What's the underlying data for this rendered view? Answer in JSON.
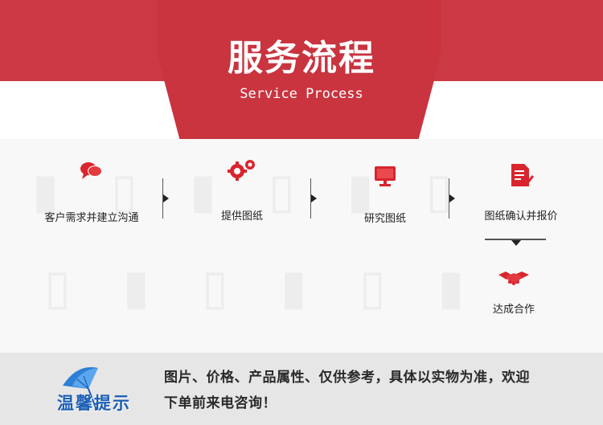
{
  "header": {
    "title": "服务流程",
    "subtitle": "Service Process"
  },
  "steps": [
    {
      "label": "客户需求并建立沟通",
      "icon": "chat-bubbles-icon"
    },
    {
      "label": "提供图纸",
      "icon": "gears-icon"
    },
    {
      "label": "研究图纸",
      "icon": "monitor-icon"
    },
    {
      "label": "图纸确认并报价",
      "icon": "document-check-icon"
    },
    {
      "label": "达成合作",
      "icon": "handshake-icon"
    }
  ],
  "notice": {
    "logo_text": "温馨提示",
    "line1": "图片、价格、产品属性、仅供参考，具体以实物为准，欢迎",
    "line2": "下单前来电咨询！"
  },
  "colors": {
    "brand_red": "#cc3a45",
    "icon_red": "#d9252e",
    "logo_blue": "#1c5fb4"
  }
}
